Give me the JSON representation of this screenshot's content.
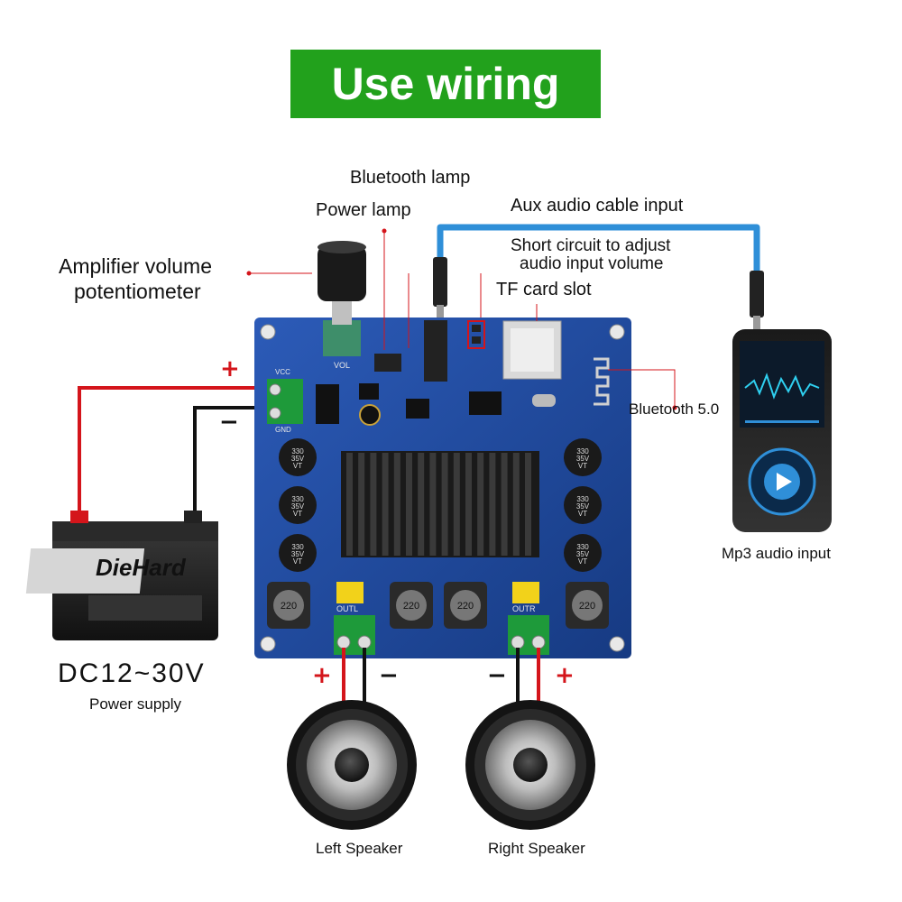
{
  "title": "Use wiring",
  "labels": {
    "bluetooth_lamp": "Bluetooth lamp",
    "power_lamp": "Power lamp",
    "aux_input": "Aux audio cable input",
    "short_circuit": "Short circuit to adjust",
    "short_circuit_2": "audio input volume",
    "tf_card": "TF card slot",
    "amp_volume": "Amplifier volume",
    "amp_volume_2": "potentiometer",
    "bluetooth_50": "Bluetooth 5.0",
    "mp3_input": "Mp3 audio input",
    "dc_voltage": "DC12~30V",
    "power_supply": "Power supply",
    "left_speaker": "Left Speaker",
    "right_speaker": "Right Speaker"
  },
  "polarity": {
    "plus": "+",
    "minus": "−"
  },
  "board_text": {
    "vcc": "VCC",
    "gnd": "GND",
    "vol": "VOL",
    "outl": "OUTL",
    "outr": "OUTR",
    "cap": "330\n35V\nVT",
    "inductor": "220"
  },
  "battery_brand": "DieHard",
  "colors": {
    "title_bg": "#22a11c",
    "board": "#1f4a9c",
    "cable_blue": "#2f8fd8",
    "wire_red": "#d4151b",
    "wire_black": "#111111",
    "terminal_green": "#1e9a3a"
  }
}
